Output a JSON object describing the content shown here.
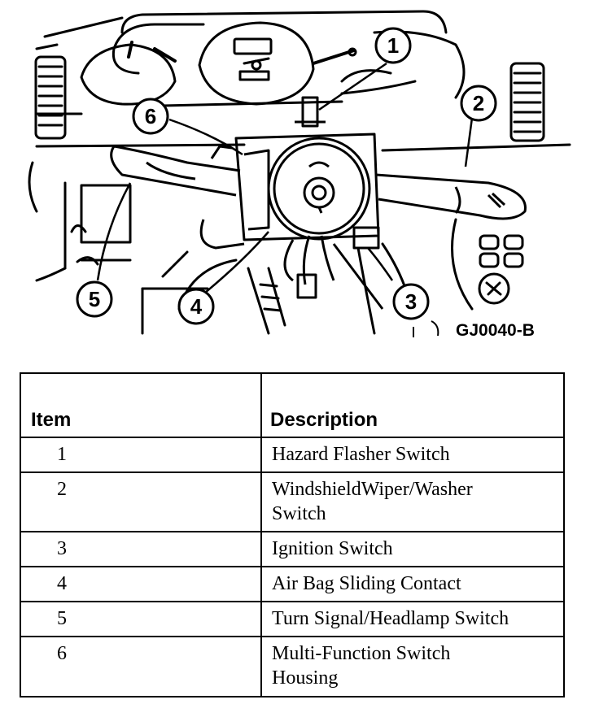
{
  "diagram": {
    "figure_code": "GJ0040-B",
    "callouts": [
      "1",
      "2",
      "3",
      "4",
      "5",
      "6"
    ]
  },
  "table": {
    "headers": {
      "item": "Item",
      "description": "Description"
    },
    "rows": [
      {
        "item": "1",
        "description": "Hazard Flasher Switch"
      },
      {
        "item": "2",
        "description": "WindshieldWiper/Washer Switch"
      },
      {
        "item": "3",
        "description": "Ignition Switch"
      },
      {
        "item": "4",
        "description": "Air Bag Sliding Contact"
      },
      {
        "item": "5",
        "description": "Turn Signal/Headlamp Switch"
      },
      {
        "item": "6",
        "description": "Multi-Function Switch Housing"
      }
    ]
  }
}
